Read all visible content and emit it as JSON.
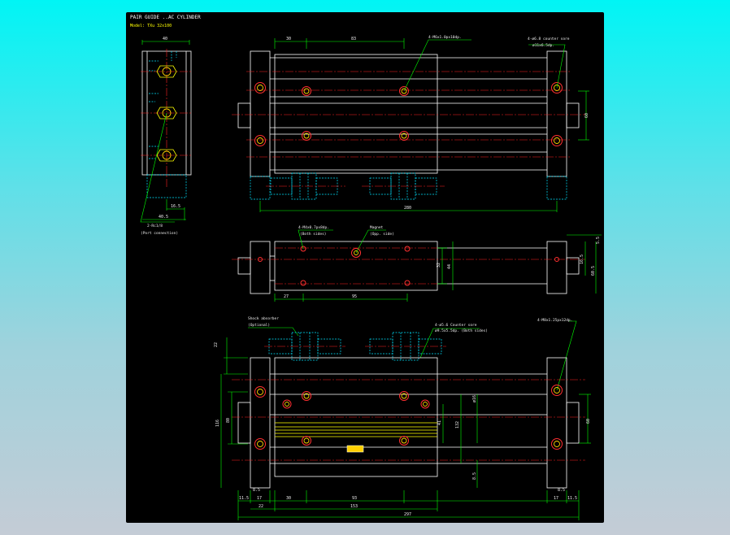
{
  "drawing": {
    "title": "PAIR GUIDE ..AC CYLINDER",
    "model": "Model: TXu 32x100",
    "end_view": {
      "dims": [
        "40",
        "16.5",
        "40.5"
      ],
      "port_note": "2-Rc1/8",
      "port_sub": "(Port connection)"
    },
    "top_view": {
      "dims": [
        "30",
        "83",
        "280",
        "60"
      ],
      "note_tap": "4-M6x1.0px10dp.",
      "note_cbore": "4-ø6.8 counter sore",
      "note_cbore_sub": "ø11x6.5dp."
    },
    "side_view": {
      "dims": [
        "27",
        "95",
        "32",
        "44",
        "16.5",
        "60.5",
        "5.5"
      ],
      "note_tap": "4-M4x0.7px8dp.",
      "note_tap_sub": "(Both sides)",
      "note_magnet": "Magnet",
      "note_magnet_sub": "(Opp. side)"
    },
    "front_view": {
      "dims_bottom": [
        "11.5",
        "17",
        "30",
        "93",
        "17",
        "11.5",
        "22",
        "153",
        "297",
        "8.5",
        "8.5"
      ],
      "dims_left": [
        "22",
        "80",
        "116"
      ],
      "dims_right": [
        "60",
        "41",
        "132",
        "ø16",
        "8.5"
      ],
      "note_shock": "Shock absorber",
      "note_shock_sub": "(Optional)",
      "note_right": "4-M8x1.25px12dp.",
      "note_mid": "4-ø5.6 Counter sore",
      "note_mid_sub": "ø9.5x5.5dp. (Both sides)"
    }
  }
}
